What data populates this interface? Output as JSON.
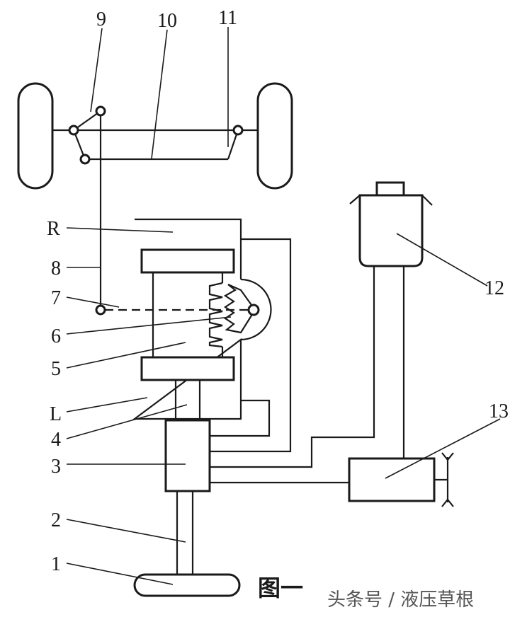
{
  "labels": {
    "n1": "1",
    "n2": "2",
    "n3": "3",
    "n4": "4",
    "n5": "5",
    "n6": "6",
    "n7": "7",
    "n8": "8",
    "n9": "9",
    "n10": "10",
    "n11": "11",
    "n12": "12",
    "n13": "13",
    "R": "R",
    "L": "L"
  },
  "caption": {
    "figure": "图一",
    "source": "头条号 / 液压草根"
  }
}
